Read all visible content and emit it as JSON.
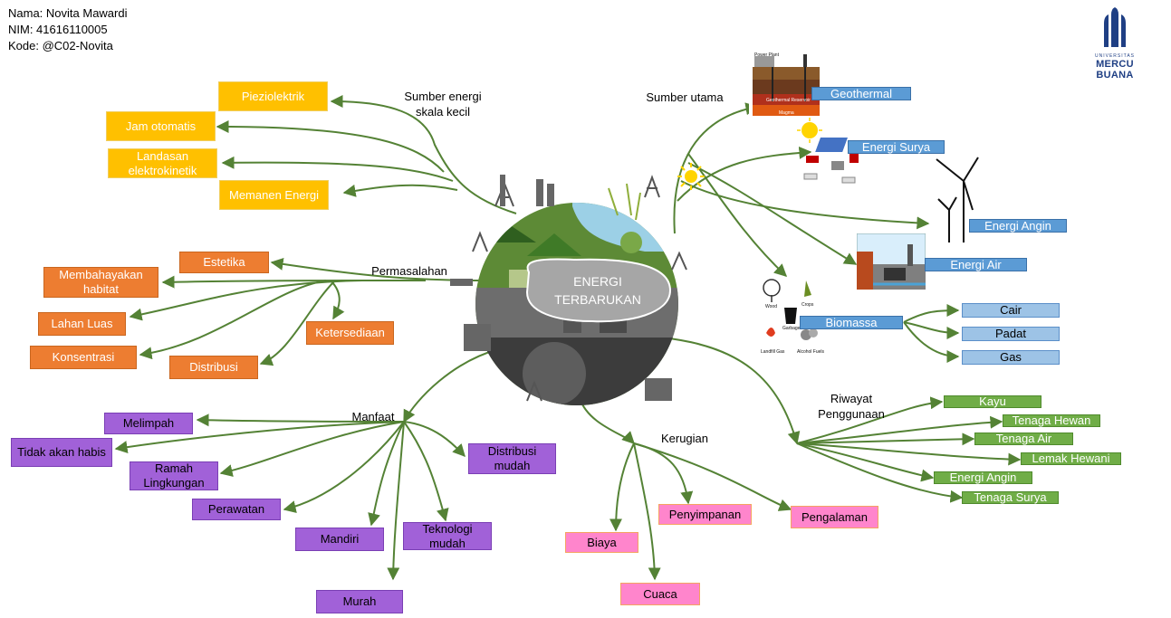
{
  "header": {
    "name": "Nama: Novita Mawardi",
    "nim": "NIM: 41616110005",
    "kode": "Kode: @C02-Novita"
  },
  "logo": {
    "small": "UNIVERSITAS",
    "name": "MERCU BUANA"
  },
  "center": {
    "label": "ENERGI TERBARUKAN"
  },
  "hubs": {
    "small_scale": "Sumber energi skala kecil",
    "main_source": "Sumber utama",
    "problems": "Permasalahan",
    "benefits": "Manfaat",
    "drawbacks": "Kerugian",
    "history": "Riwayat Penggunaan"
  },
  "small_scale": [
    "Pieziolektrik",
    "Jam otomatis",
    "Landasan elektrokinetik",
    "Memanen Energi"
  ],
  "main_sources": [
    "Geothermal",
    "Energi Surya",
    "Energi Angin",
    "Energi Air",
    "Biomassa"
  ],
  "biomass": [
    "Cair",
    "Padat",
    "Gas"
  ],
  "problems": [
    "Estetika",
    "Membahayakan habitat",
    "Lahan Luas",
    "Konsentrasi",
    "Distribusi",
    "Ketersediaan"
  ],
  "benefits": [
    "Melimpah",
    "Tidak akan habis",
    "Ramah Lingkungan",
    "Perawatan",
    "Mandiri",
    "Murah",
    "Teknologi mudah",
    "Distribusi mudah"
  ],
  "drawbacks": [
    "Biaya",
    "Cuaca",
    "Penyimpanan",
    "Pengalaman"
  ],
  "history": [
    "Kayu",
    "Tenaga Hewan",
    "Tenaga Air",
    "Lemak Hewani",
    "Energi Angin",
    "Tenaga Surya"
  ],
  "pictures": {
    "geothermal": [
      "Power Plant",
      "Geothermal Reservoir",
      "Magma"
    ],
    "biomass": [
      "Wood",
      "Crops",
      "Garbage",
      "Landfill Gas",
      "Alcohol Fuels"
    ]
  },
  "colors": {
    "line": "#548235",
    "yellow": "#ffc000",
    "orange": "#ed7d31",
    "purple": "#a161d8",
    "pink": "#ff85cc",
    "green": "#70ad47",
    "blue": "#5b9bd5",
    "lightblue": "#9dc3e6"
  }
}
